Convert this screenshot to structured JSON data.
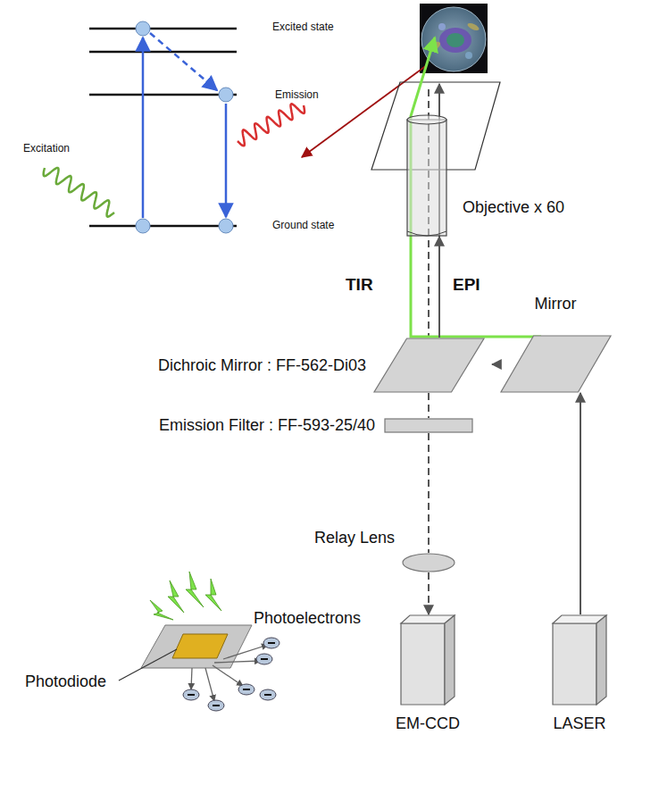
{
  "diagram": {
    "nodes": [
      {
        "text": [
          "Objective x 60"
        ]
      },
      {
        "text": [
          "Mirror"
        ]
      },
      {
        "text": [
          "Dichroic Mirror : FF-562-Di03"
        ]
      },
      {
        "text": [
          "Emission Filter : FF-593-25/40"
        ]
      },
      {
        "text": [
          "Relay Lens"
        ]
      },
      {
        "text": [
          "EM-CCD"
        ]
      },
      {
        "text": [
          "LASER"
        ]
      }
    ],
    "edges": [
      {
        "from": 6,
        "to": 1,
        "arrow": "to"
      },
      {
        "from": 1,
        "to": 2,
        "arrow": "to"
      },
      {
        "from": 2,
        "to": 0,
        "arrow": "to"
      },
      {
        "from": 2,
        "to": 3,
        "arrow": "none"
      },
      {
        "from": 3,
        "to": 4,
        "arrow": "none"
      },
      {
        "from": 4,
        "to": 5,
        "arrow": "to"
      }
    ],
    "labels": [
      "Excited state",
      "Emission",
      "Excitation",
      "Ground state",
      "TIR",
      "EPI",
      "Photoelectrons",
      "Photodiode"
    ]
  }
}
